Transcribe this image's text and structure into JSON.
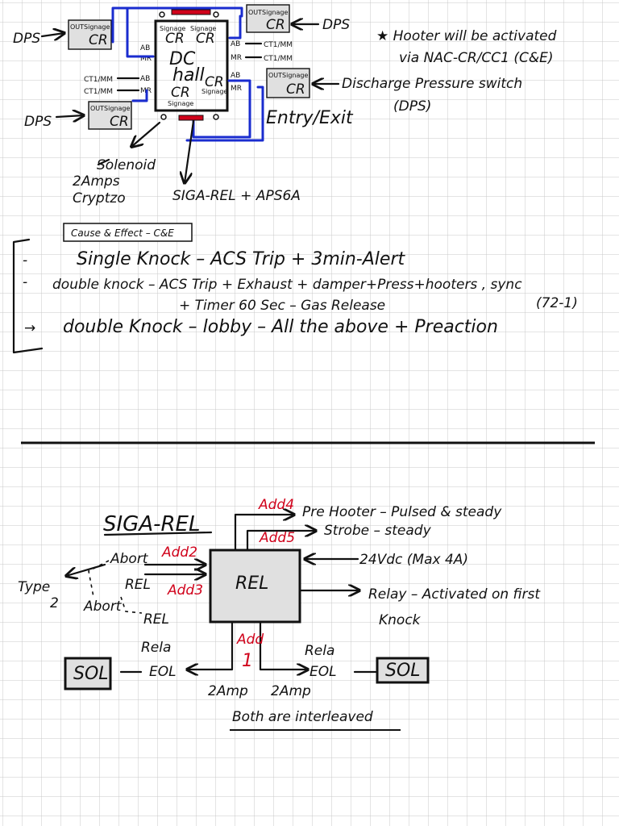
{
  "colors": {
    "grid": "#c8c8c8",
    "ink": "#111111",
    "wire": "#1a2ccf",
    "accent": "#d0021b",
    "box": "#e0e0e0"
  },
  "top_diagram": {
    "dps": "DPS",
    "out_signage": "OUTSignage",
    "cr": "CR",
    "hall_line1": "DC",
    "hall_line2": "hall",
    "signage": "Signage",
    "ab": "AB",
    "mr": "MR",
    "ct1_mm": "CT1/MM",
    "hooter_note_line1": "★ Hooter will be activated",
    "hooter_note_line2": "via NAC-CR/CC1 (C&E)",
    "discharge_line1": "Discharge Pressure switch",
    "discharge_line2": "(DPS)",
    "entry_exit": "Entry/Exit",
    "solenoid": "Solenoid",
    "solenoid_rating": "2Amps",
    "solenoid_model": "Cryptzo",
    "siga_rel_aps": "SIGA-REL + APS6A"
  },
  "cause_effect": {
    "title": "Cause & Effect – C&E",
    "items": [
      {
        "bullet": "-",
        "text": "Single Knock – ACS Trip + 3min-Alert"
      },
      {
        "bullet": "-",
        "text": "double knock – ACS Trip + Exhaust + damper+Press+hooters , sync"
      },
      {
        "bullet": "",
        "text": "+ Timer 60 Sec – Gas Release"
      },
      {
        "bullet": "→",
        "text": "double Knock – lobby – All the above + Preaction"
      }
    ],
    "sync_ref": "(72-1)"
  },
  "rel_diagram": {
    "title": "SIGA-REL",
    "box_label": "REL",
    "add1_a": "Add",
    "add1_b": "1",
    "add2": "Add2",
    "add3": "Add3",
    "add4": "Add4",
    "add5": "Add5",
    "pre_hooter": "Pre Hooter – Pulsed & steady",
    "strobe": "Strobe – steady",
    "power": "24Vdc (Max 4A)",
    "relay_line1": "Relay – Activated on first",
    "relay_line2": "Knock",
    "abort": "Abort",
    "rel": "REL",
    "abort_alt": "Abort",
    "rel_alt": "REL",
    "type_line1": "Type",
    "type_line2": "2",
    "rela": "Rela",
    "eol": "EOL",
    "sol": "SOL",
    "amp_left": "2Amp",
    "amp_right": "2Amp",
    "interleaved": "Both are interleaved"
  }
}
